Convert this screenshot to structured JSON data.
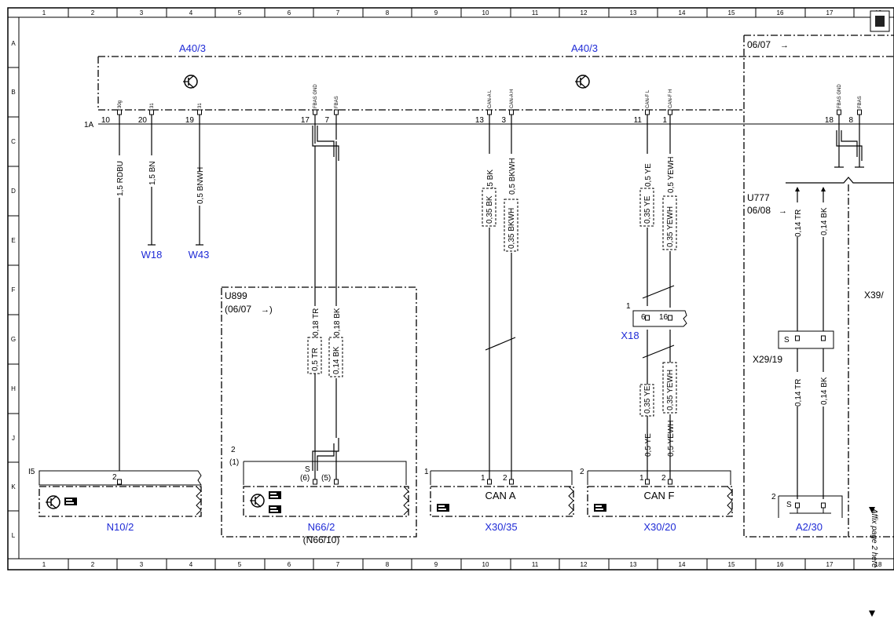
{
  "columns": [
    "1",
    "2",
    "3",
    "4",
    "5",
    "6",
    "7",
    "8",
    "9",
    "10",
    "11",
    "12",
    "13",
    "14",
    "15",
    "16",
    "17",
    "18"
  ],
  "rows": [
    "A",
    "B",
    "C",
    "D",
    "E",
    "F",
    "G",
    "H",
    "J",
    "K",
    "L"
  ],
  "modules": {
    "a40_3_left": "A40/3",
    "a40_3_right": "A40/3",
    "top_right_date": "06/07",
    "bus_label": "1A"
  },
  "pins_top": [
    {
      "label": "30g",
      "num": "10"
    },
    {
      "label": "31",
      "num": "20"
    },
    {
      "label": "31",
      "num": "19"
    },
    {
      "label": "FBAS GND",
      "num": "17"
    },
    {
      "label": "FBAS",
      "num": "7"
    },
    {
      "label": "CAN-A L",
      "num": "13"
    },
    {
      "label": "CAN-A H",
      "num": "3"
    },
    {
      "label": "CAN-F L",
      "num": "11"
    },
    {
      "label": "CAN-F H",
      "num": "1"
    },
    {
      "label": "FBAS GND",
      "num": "18"
    },
    {
      "label": "FBAS",
      "num": "8"
    }
  ],
  "wires": {
    "w1": "1,5 RDBU",
    "w2": "1,5 BN",
    "w3": "0,5 BNWH",
    "w4": "0,18 TR",
    "w5": "0,18 BK",
    "w6": "0,5 TR",
    "w7": "0,14 BK",
    "w8": "0,5 BK",
    "w9": "0,5 BKWH",
    "w10": "0,35 BK",
    "w11": "0,35 BKWH",
    "w12": "0,5 YE",
    "w13": "0,5 YEWH",
    "w14": "0,35 YE",
    "w15": "0,35 YEWH",
    "w16": "0,35 YE",
    "w17": "0,35 YEWH",
    "w18": "0,5 YE",
    "w19": "0,5 YEWH",
    "w20": "0,14 TR",
    "w21": "0,14 BK",
    "w22": "0,14 TR",
    "w23": "0,14 BK"
  },
  "grounds": {
    "g1": "W18",
    "g2": "W43"
  },
  "u899": {
    "name": "U899",
    "date": "(06/07",
    "pin_top": "2",
    "pin_top2": "(1)",
    "s": "S",
    "p6": "(6)",
    "p5": "(5)"
  },
  "u777": {
    "name": "U777",
    "date": "06/08"
  },
  "x18": {
    "name": "X18",
    "pin1": "1",
    "p6": "6",
    "p16": "16"
  },
  "x29": {
    "name": "X29/19",
    "s": "S"
  },
  "x39": "X39/",
  "components": {
    "n10": {
      "name": "N10/2",
      "tag": "I5",
      "pin": "2"
    },
    "n66": {
      "name": "N66/2",
      "sub": "(N66/10)"
    },
    "x30_35": {
      "name": "X30/35",
      "inner": "CAN A",
      "tag": "1",
      "p1": "1",
      "p2": "2"
    },
    "x30_20": {
      "name": "X30/20",
      "inner": "CAN F",
      "tag": "2",
      "p1": "1",
      "p2": "2"
    },
    "a2_30": {
      "name": "A2/30",
      "tag": "2",
      "s": "S"
    }
  },
  "side_note": "Affix page 2 here"
}
